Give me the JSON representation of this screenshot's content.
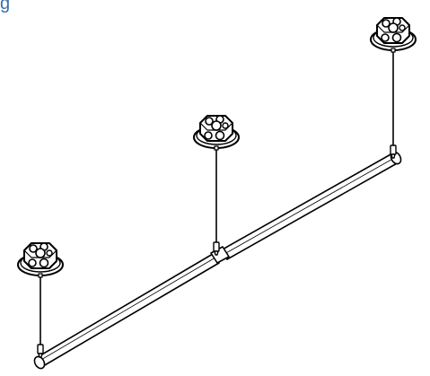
{
  "corner_text": "g",
  "colors": {
    "line": "#000000",
    "fill": "#ffffff",
    "accent_text": "#3a6fb0"
  },
  "diagram": {
    "subject": "suspended-rod-assembly",
    "canopy_count": 3,
    "cable_count": 3,
    "rod_segments": 2
  }
}
